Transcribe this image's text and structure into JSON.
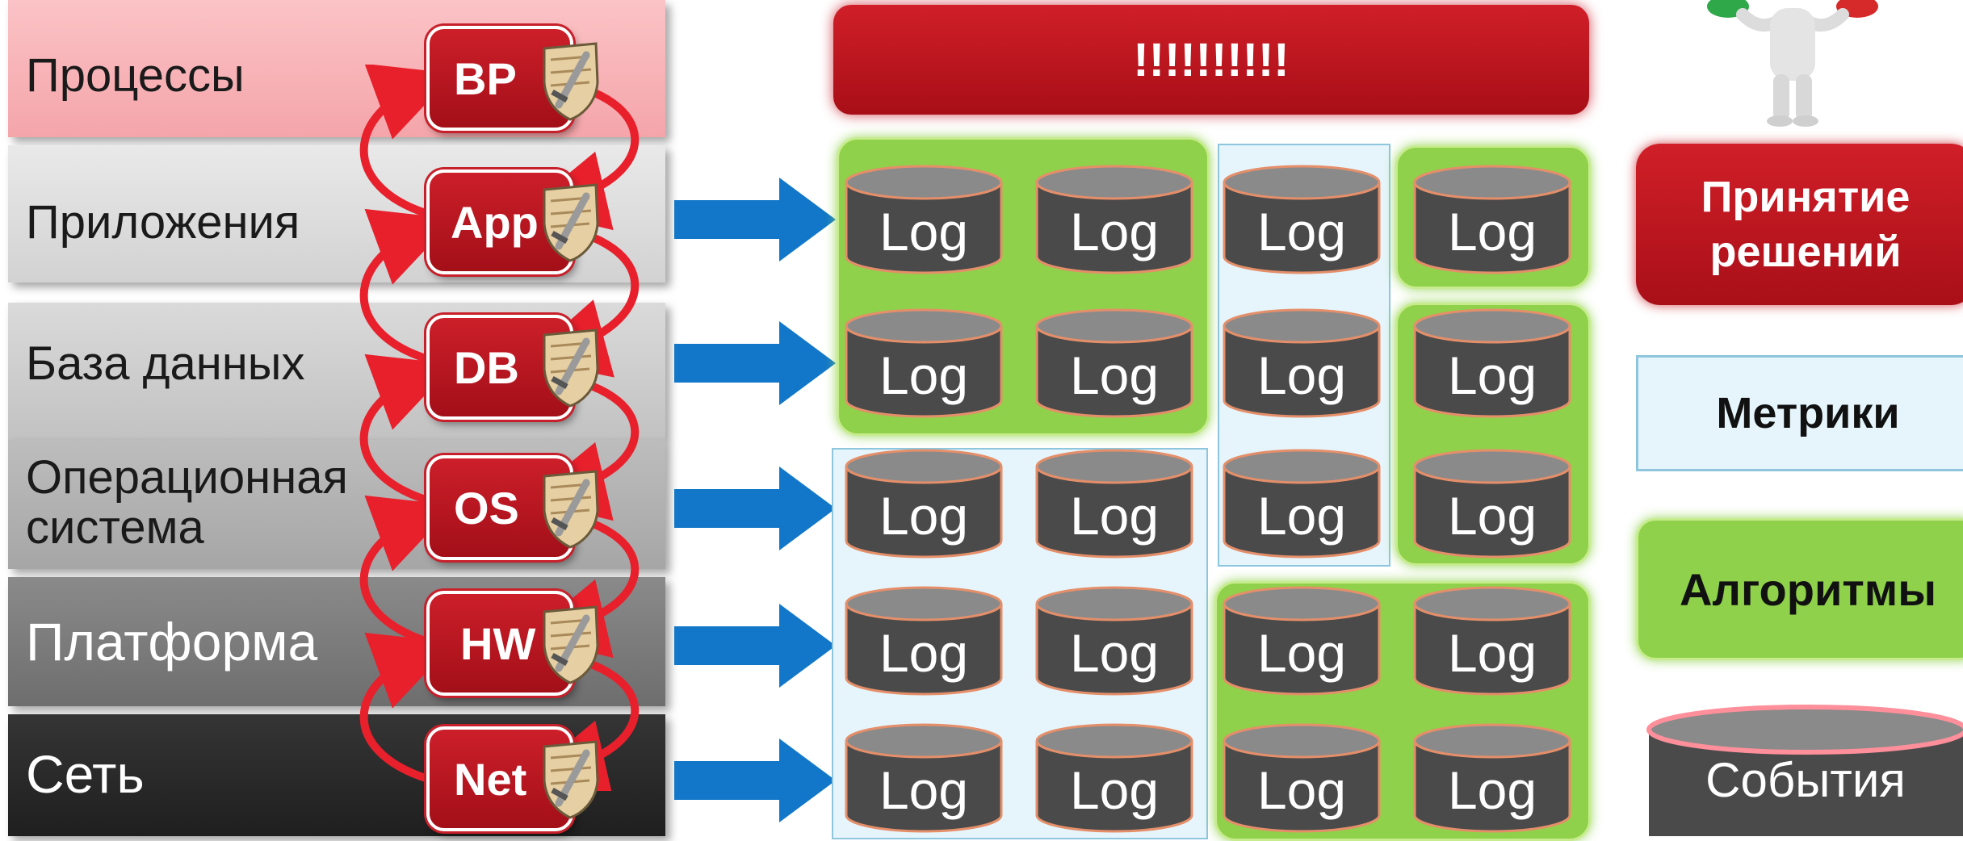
{
  "layers": [
    {
      "label": "Процессы",
      "badge": "BP"
    },
    {
      "label": "Приложения",
      "badge": "App"
    },
    {
      "label": "База данных",
      "badge": "DB"
    },
    {
      "label": "Операционная система",
      "badge": "OS"
    },
    {
      "label": "Платформа",
      "badge": "HW"
    },
    {
      "label": "Сеть",
      "badge": "Net"
    }
  ],
  "alert_text": "!!!!!!!!!!",
  "log_label": "Log",
  "legend": {
    "decisions": "Принятие решений",
    "metrics": "Метрики",
    "algorithms": "Алгоритмы",
    "events": "События"
  },
  "colors": {
    "red": "#c0141e",
    "green": "#8fd14a",
    "light_blue": "#e6f5fc",
    "arrow_blue": "#1277c8",
    "cylinder": "#4a4a4a"
  },
  "icons": [
    "shield-sword-icon",
    "cycle-arrow-icon",
    "right-arrow-icon",
    "database-cylinder-icon",
    "person-figure-icon"
  ]
}
